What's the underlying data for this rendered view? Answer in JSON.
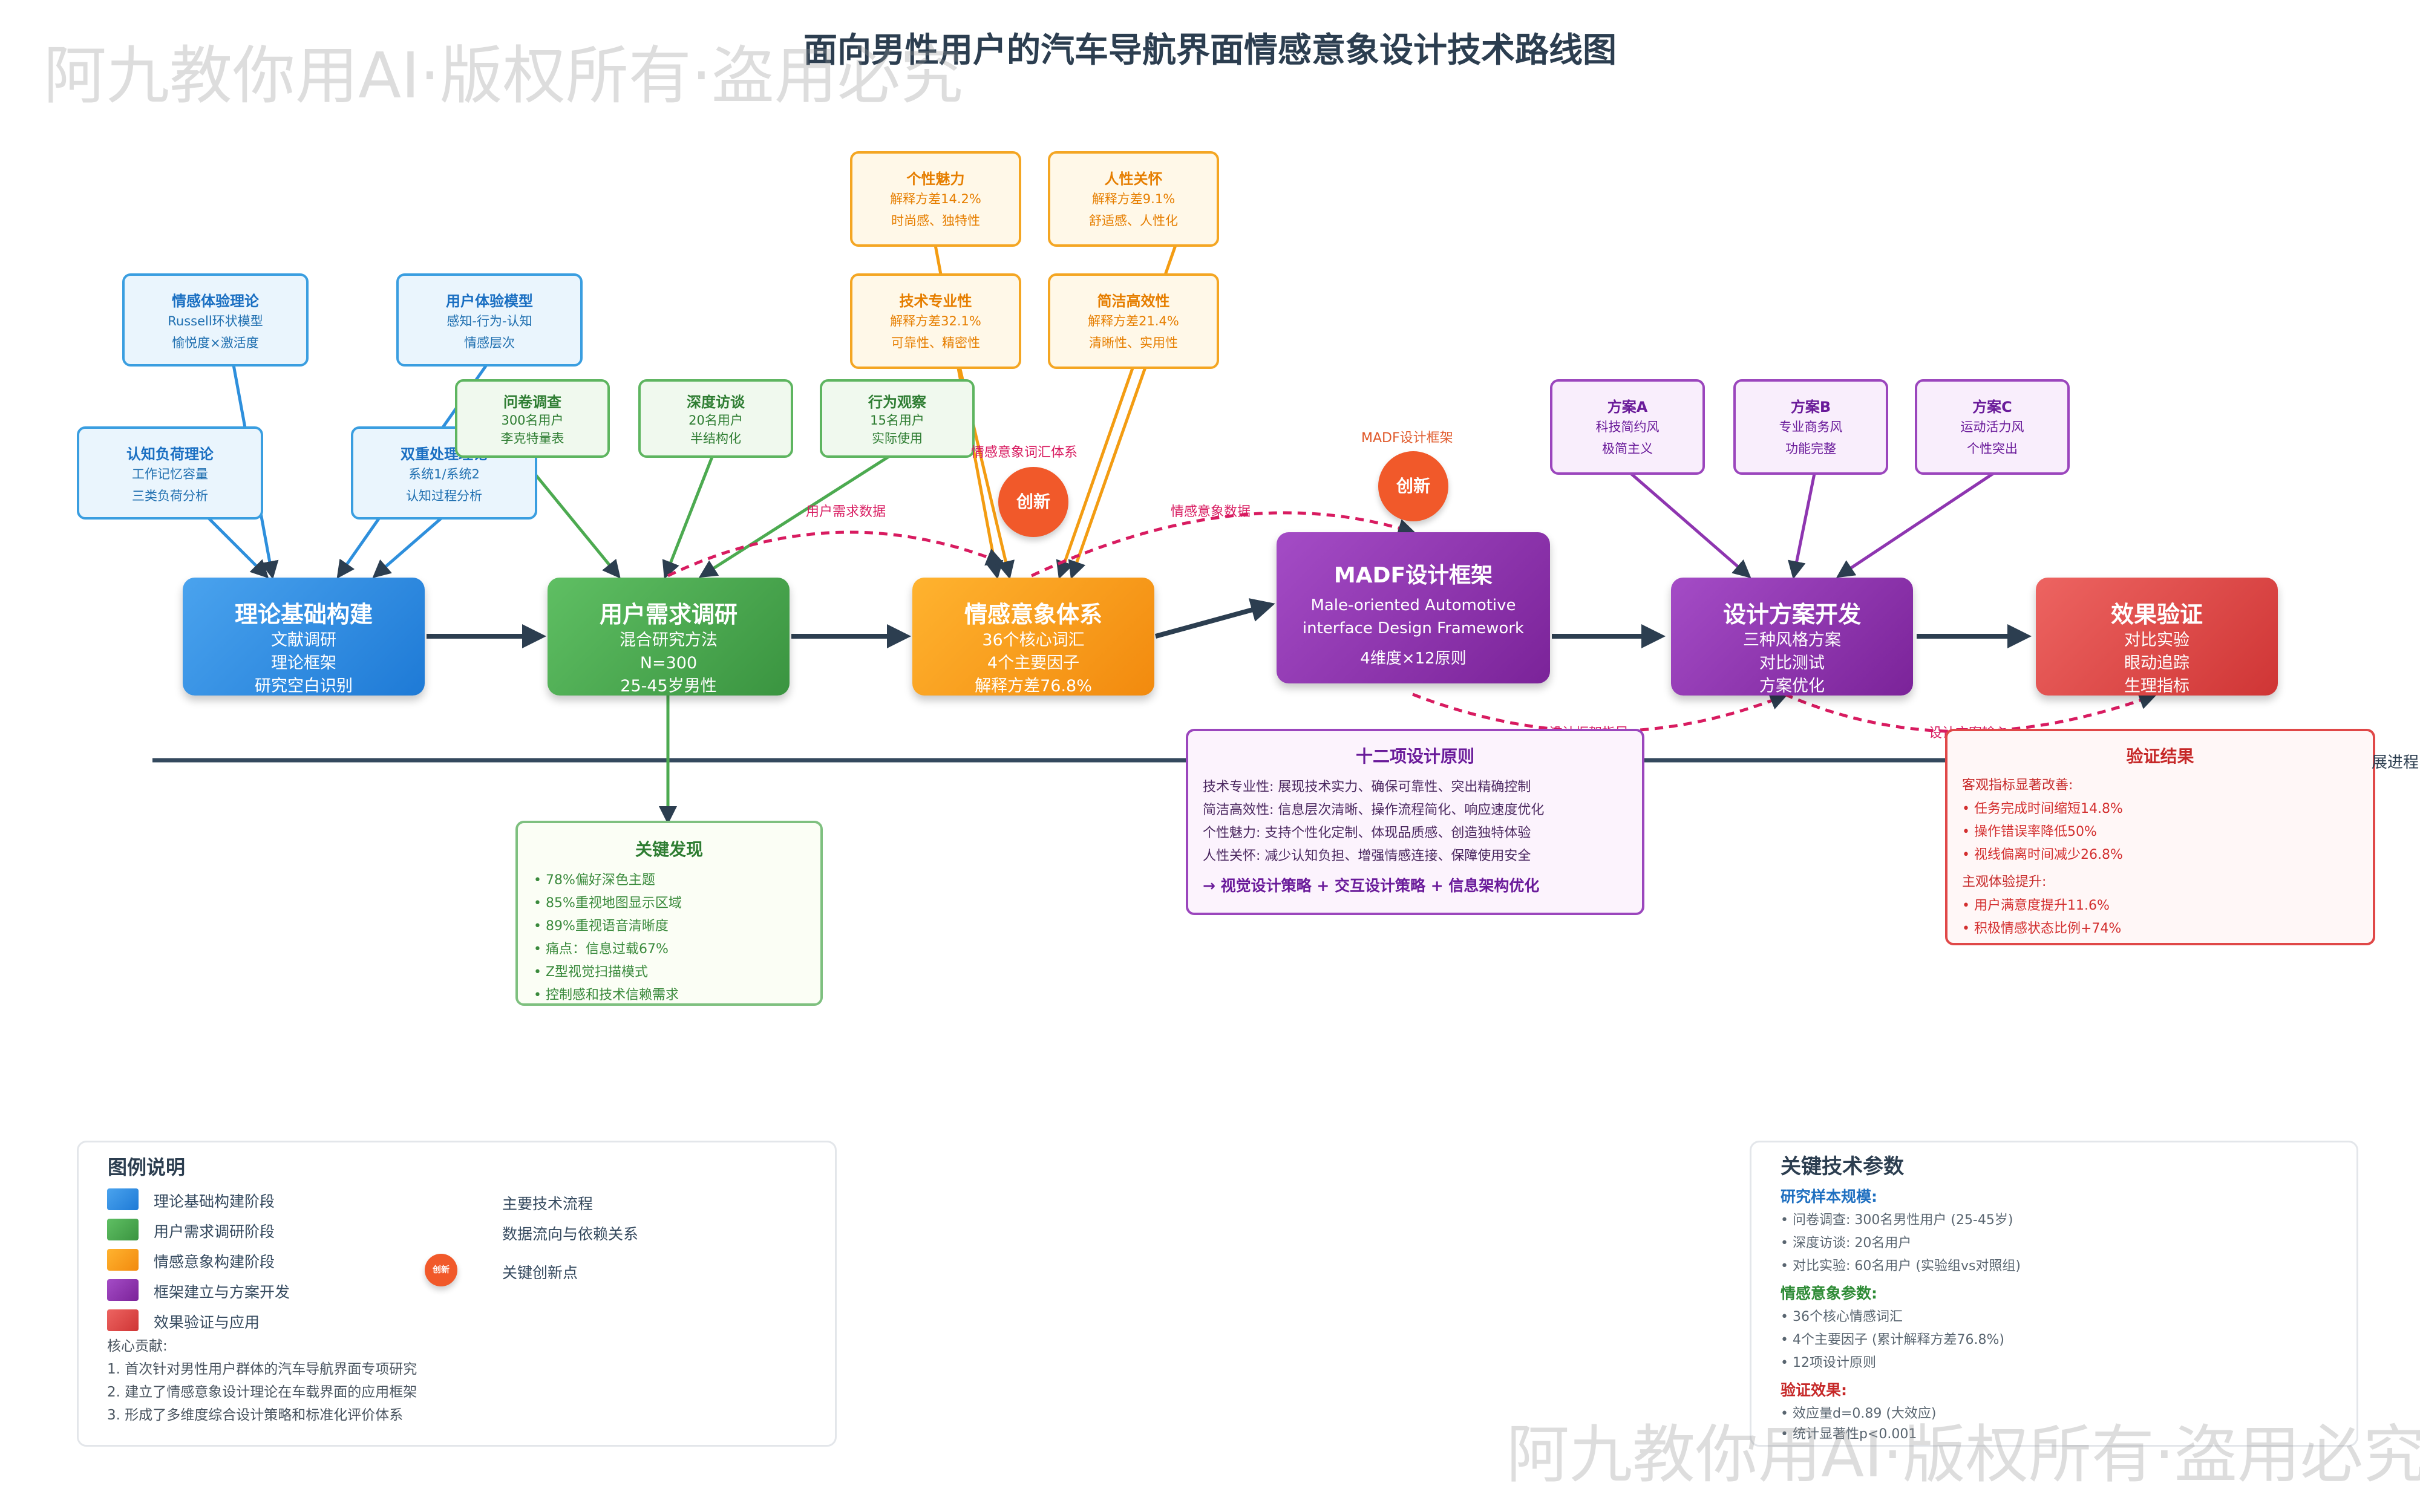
{
  "title": "面向男性用户的汽车导航界面情感意象设计技术路线图",
  "watermark": "阿九教你用AI·版权所有·盗用必究",
  "timeline_label": "展进程",
  "stages": [
    {
      "title": "理论基础构建",
      "lines": [
        "文献调研",
        "理论框架",
        "研究空白识别"
      ],
      "color": "#2f8ee6"
    },
    {
      "title": "用户需求调研",
      "lines": [
        "混合研究方法",
        "N=300",
        "25-45岁男性"
      ],
      "color": "#4caa50"
    },
    {
      "title": "情感意象体系",
      "lines": [
        "36个核心词汇",
        "4个主要因子",
        "解释方差76.8%"
      ],
      "color": "#f79a1c"
    },
    {
      "title": "MADF设计框架",
      "lines": [
        "Male-oriented Automotive",
        "interface Design Framework",
        "4维度×12原则"
      ],
      "color": "#8e35b0"
    },
    {
      "title": "设计方案开发",
      "lines": [
        "三种风格方案",
        "对比测试",
        "方案优化"
      ],
      "color": "#8e35b0"
    },
    {
      "title": "效果验证",
      "lines": [
        "对比实验",
        "眼动追踪",
        "生理指标"
      ],
      "color": "#de4a47"
    }
  ],
  "theory_boxes": [
    {
      "title": "情感体验理论",
      "lines": [
        "Russell环状模型",
        "愉悦度×激活度"
      ]
    },
    {
      "title": "用户体验模型",
      "lines": [
        "感知-行为-认知",
        "情感层次"
      ]
    },
    {
      "title": "认知负荷理论",
      "lines": [
        "工作记忆容量",
        "三类负荷分析"
      ]
    },
    {
      "title": "双重处理理论",
      "lines": [
        "系统1/系统2",
        "认知过程分析"
      ]
    }
  ],
  "research_boxes": [
    {
      "title": "问卷调查",
      "lines": [
        "300名用户",
        "李克特量表"
      ]
    },
    {
      "title": "深度访谈",
      "lines": [
        "20名用户",
        "半结构化"
      ]
    },
    {
      "title": "行为观察",
      "lines": [
        "15名用户",
        "实际使用"
      ]
    }
  ],
  "factor_boxes": [
    {
      "title": "个性魅力",
      "lines": [
        "解释方差14.2%",
        "时尚感、独特性"
      ]
    },
    {
      "title": "人性关怀",
      "lines": [
        "解释方差9.1%",
        "舒适感、人性化"
      ]
    },
    {
      "title": "技术专业性",
      "lines": [
        "解释方差32.1%",
        "可靠性、精密性"
      ]
    },
    {
      "title": "简洁高效性",
      "lines": [
        "解释方差21.4%",
        "清晰性、实用性"
      ]
    }
  ],
  "scheme_boxes": [
    {
      "title": "方案A",
      "lines": [
        "科技简约风",
        "极简主义"
      ]
    },
    {
      "title": "方案B",
      "lines": [
        "专业商务风",
        "功能完整"
      ]
    },
    {
      "title": "方案C",
      "lines": [
        "运动活力风",
        "个性突出"
      ]
    }
  ],
  "innovation_label": "创新",
  "flow_labels": {
    "user_data": "用户需求数据",
    "vocab_system": "情感意象词汇体系",
    "emotion_data": "情感意象数据",
    "madf": "MADF设计框架",
    "framework_guide": "设计框架指导",
    "scheme_input": "设计方案输入"
  },
  "findings": {
    "title": "关键发现",
    "items": [
      "78%偏好深色主题",
      "85%重视地图显示区域",
      "89%重视语音清晰度",
      "痛点：信息过载67%",
      "Z型视觉扫描模式",
      "控制感和技术信赖需求"
    ]
  },
  "principles": {
    "title": "十二项设计原则",
    "items": [
      "技术专业性: 展现技术实力、确保可靠性、突出精确控制",
      "简洁高效性: 信息层次清晰、操作流程简化、响应速度优化",
      "个性魅力: 支持个性化定制、体现品质感、创造独特体验",
      "人性关怀: 减少认知负担、增强情感连接、保障使用安全"
    ],
    "footer": "→ 视觉设计策略 + 交互设计策略 + 信息架构优化"
  },
  "results": {
    "title": "验证结果",
    "objective_title": "客观指标显著改善:",
    "objective": [
      "任务完成时间缩短14.8%",
      "操作错误率降低50%",
      "视线偏离时间减少26.8%"
    ],
    "subjective_title": "主观体验提升:",
    "subjective": [
      "用户满意度提升11.6%",
      "积极情感状态比例+74%"
    ]
  },
  "legend": {
    "title": "图例说明",
    "stages": [
      "理论基础构建阶段",
      "用户需求调研阶段",
      "情感意象构建阶段",
      "框架建立与方案开发",
      "效果验证与应用"
    ],
    "flows": [
      "主要技术流程",
      "数据流向与依赖关系",
      "关键创新点"
    ],
    "core_title": "核心贡献:",
    "core": [
      "1. 首次针对男性用户群体的汽车导航界面专项研究",
      "2. 建立了情感意象设计理论在车载界面的应用框架",
      "3. 形成了多维度综合设计策略和标准化评价体系"
    ]
  },
  "params": {
    "title": "关键技术参数",
    "sections": [
      {
        "title": "研究样本规模:",
        "color": "#1e6fc0",
        "items": [
          "• 问卷调查: 300名男性用户 (25-45岁)",
          "• 深度访谈: 20名用户",
          "• 对比实验: 60名用户 (实验组vs对照组)"
        ]
      },
      {
        "title": "情感意象参数:",
        "color": "#2e8b36",
        "items": [
          "• 36个核心情感词汇",
          "• 4个主要因子 (累计解释方差76.8%)",
          "• 12项设计原则"
        ]
      },
      {
        "title": "验证效果:",
        "color": "#c62828",
        "items": [
          "• 效应量d=0.89 (大效应)",
          "• 统计显著性p<0.001"
        ]
      }
    ]
  },
  "colors": {
    "main_arrow": "#2c3e50",
    "data_flow": "#d81b60",
    "theory_line": "#2e8fdc",
    "research_line": "#4caa50",
    "factor_line": "#f39c12",
    "scheme_line": "#8e35b0"
  }
}
